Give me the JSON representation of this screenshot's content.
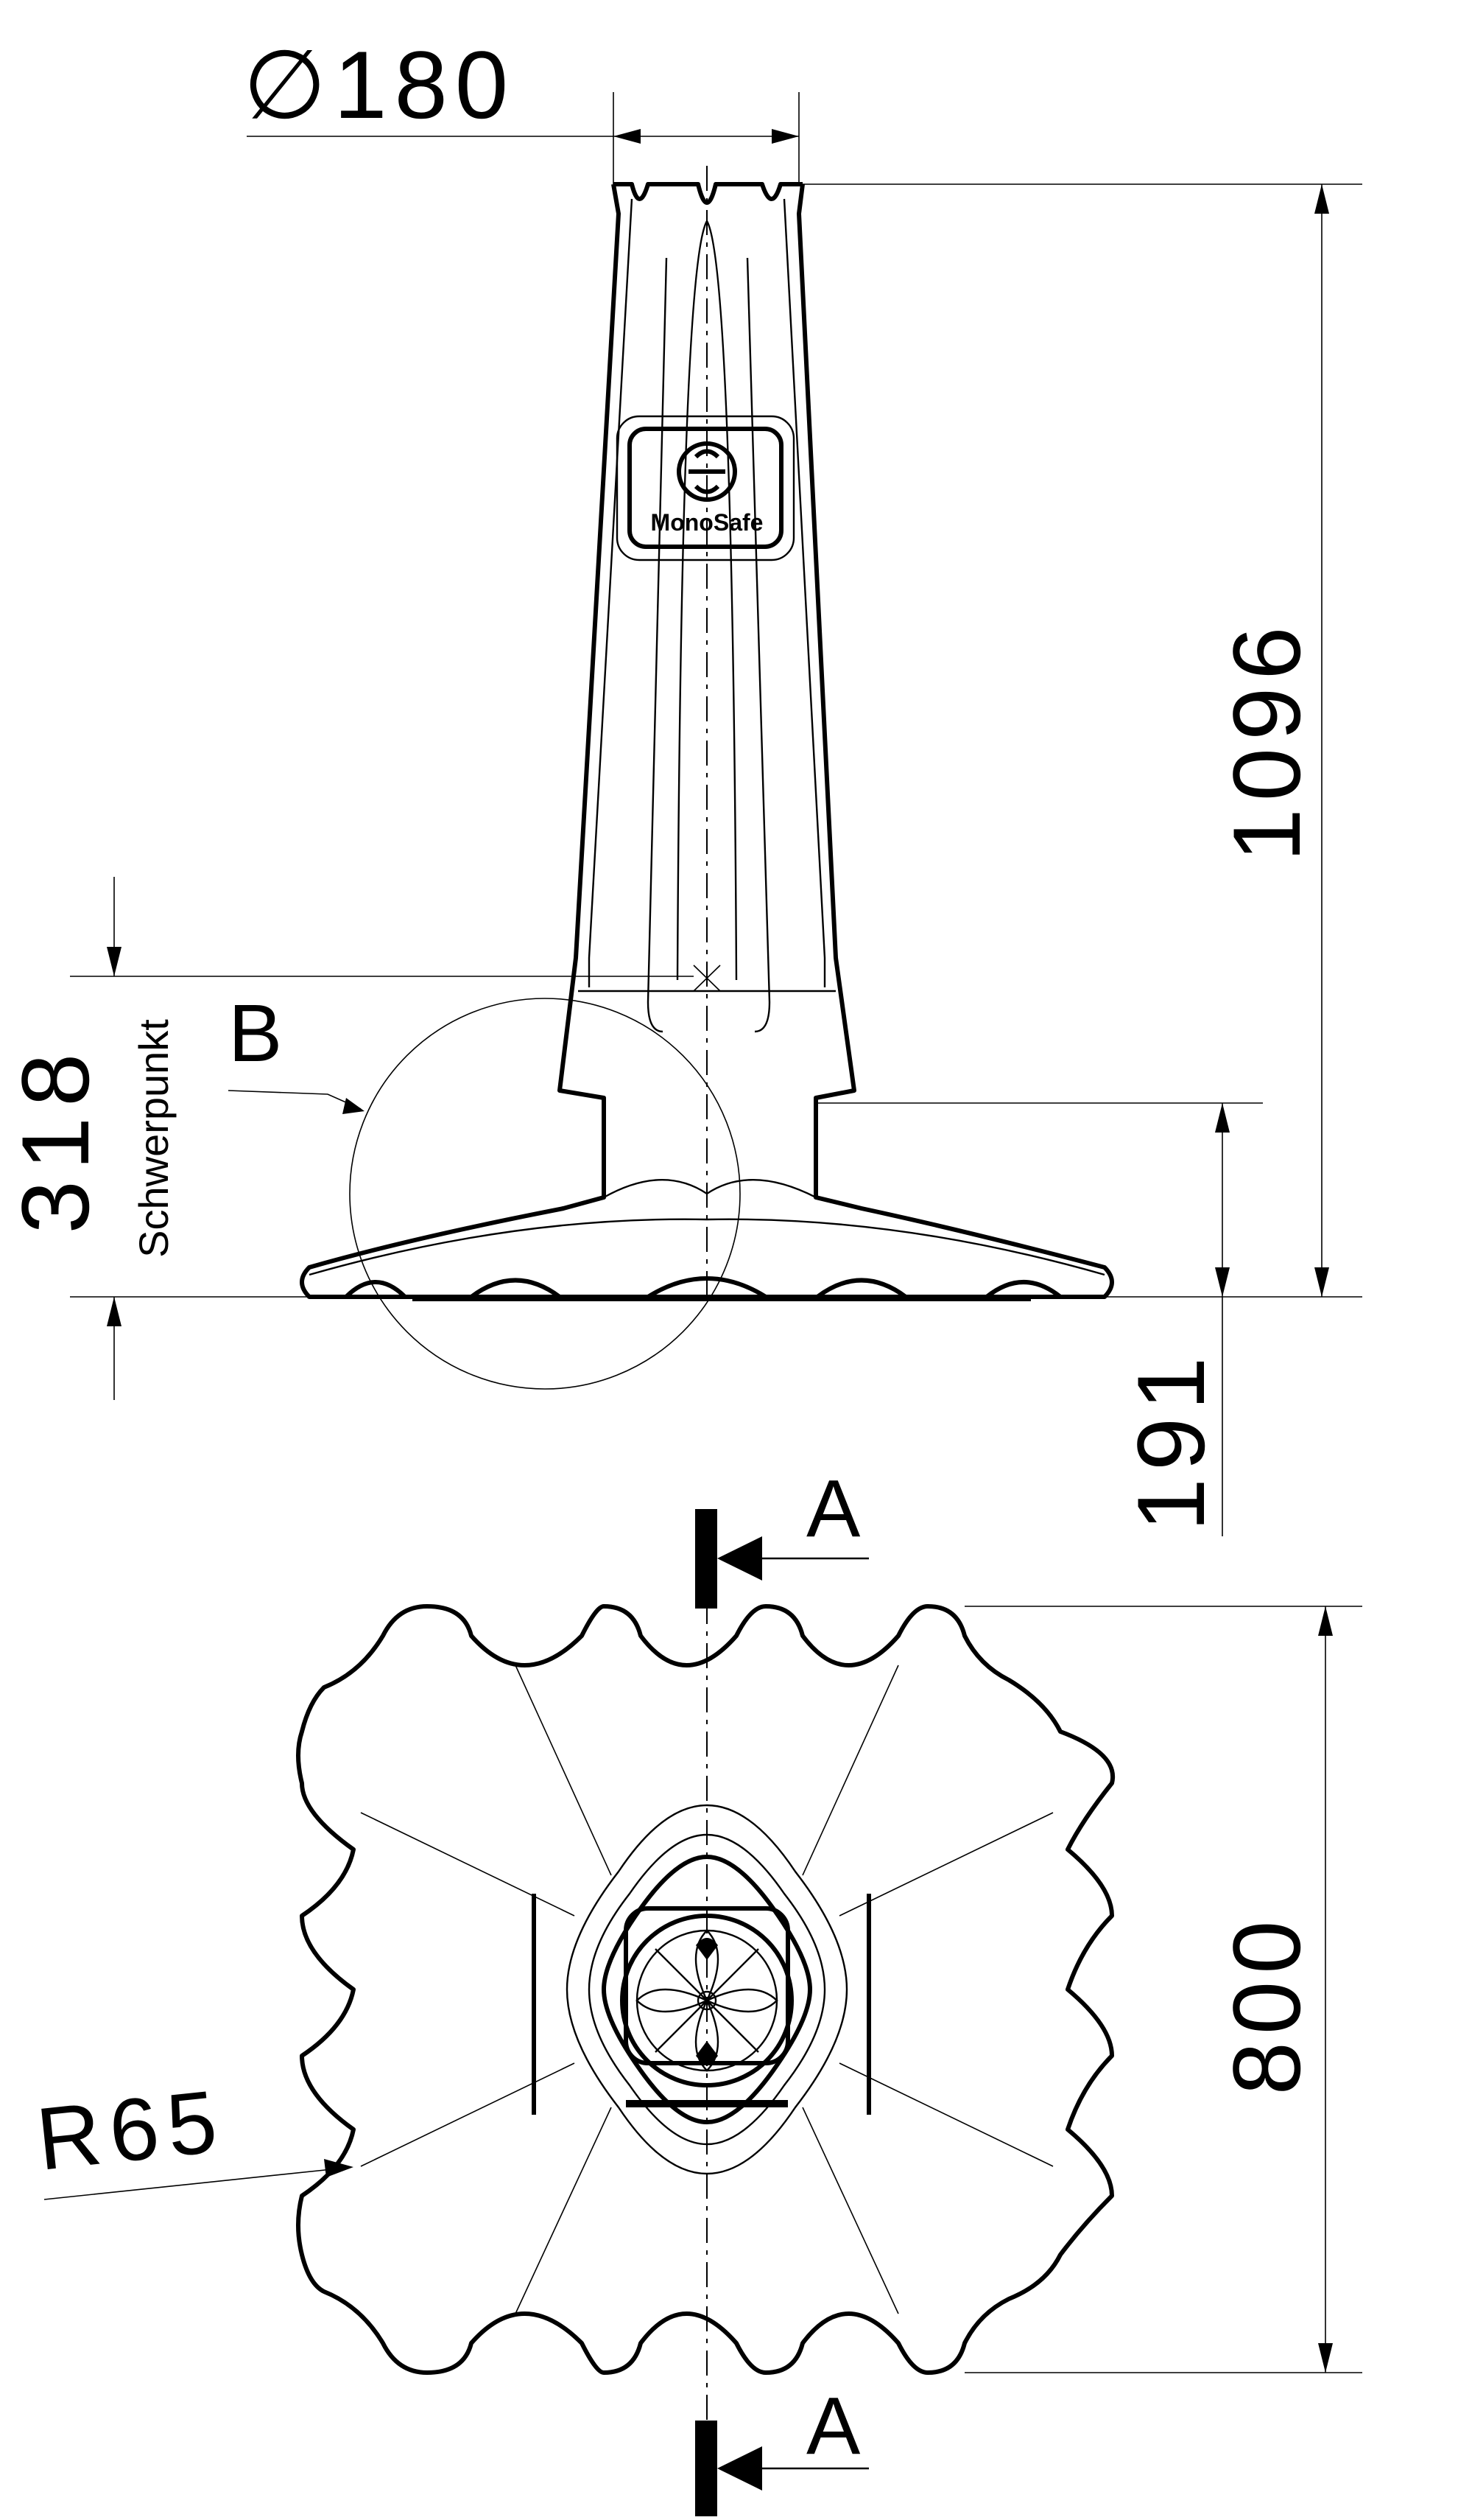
{
  "drawing": {
    "dimensions": {
      "diameter_top": "∅180",
      "height_total": "1096",
      "center_of_gravity": "318",
      "center_of_gravity_label": "Schwerpunkt",
      "base_height": "191",
      "width_base": "800",
      "radius": "R65"
    },
    "detail_label": "B",
    "section_label_top": "A",
    "section_label_bottom": "A",
    "logo_text": "MonoSafe"
  }
}
